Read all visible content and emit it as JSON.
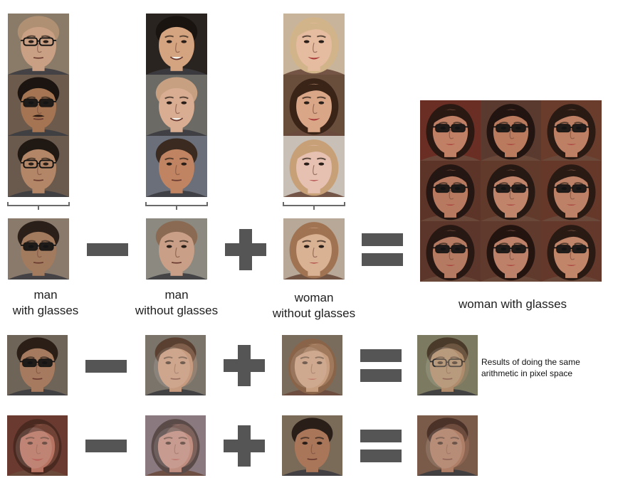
{
  "labels": {
    "col1": [
      "man",
      "with glasses"
    ],
    "col2": [
      "man",
      "without glasses"
    ],
    "col3": [
      "woman",
      "without glasses"
    ],
    "result": "woman with glasses"
  },
  "pixel_space_note": [
    "Results of doing the same",
    "arithmetic in pixel space"
  ],
  "colors": {
    "operator": "#555555",
    "bracket": "#6a6a6a",
    "background": "#ffffff"
  },
  "faces": {
    "col1_inputs": [
      {
        "skin": "#c9a084",
        "hair": "#b09072",
        "bg": "#8a7a68",
        "glasses": "clear",
        "sex": "m"
      },
      {
        "skin": "#a57452",
        "hair": "#1c1410",
        "bg": "#6c5a4c",
        "glasses": "dark",
        "sex": "m",
        "mustache": true
      },
      {
        "skin": "#b28666",
        "hair": "#201812",
        "bg": "#6a5a4e",
        "glasses": "clear",
        "sex": "m"
      }
    ],
    "col1_avg": {
      "skin": "#a27a5e",
      "hair": "#2b2019",
      "bg": "#8a7a6c",
      "glasses": "dark",
      "sex": "m"
    },
    "col2_inputs": [
      {
        "skin": "#d4a37f",
        "hair": "#1a1410",
        "bg": "#2a2420",
        "glasses": "none",
        "sex": "m",
        "smile": true
      },
      {
        "skin": "#d8ad92",
        "hair": "#c7a081",
        "bg": "#6b6a64",
        "glasses": "none",
        "sex": "m",
        "smile": true
      },
      {
        "skin": "#c08462",
        "hair": "#3a2a20",
        "bg": "#6b6f7a",
        "glasses": "none",
        "sex": "m"
      }
    ],
    "col2_avg": {
      "skin": "#c9a087",
      "hair": "#8a6a52",
      "bg": "#8c8a80",
      "glasses": "none",
      "sex": "m"
    },
    "col3_inputs": [
      {
        "skin": "#e5bca0",
        "hair": "#d2b48a",
        "bg": "#c8b49a",
        "glasses": "none",
        "sex": "f",
        "smile": true
      },
      {
        "skin": "#d9a687",
        "hair": "#3a2418",
        "bg": "#6a4e3c",
        "glasses": "none",
        "sex": "f",
        "smile": true
      },
      {
        "skin": "#e6c1b2",
        "hair": "#c8a078",
        "bg": "#c8bfb6",
        "glasses": "none",
        "sex": "f"
      }
    ],
    "col3_avg": {
      "skin": "#d9b193",
      "hair": "#a07452",
      "bg": "#b8a898",
      "glasses": "none",
      "sex": "f"
    },
    "result_grid": [
      {
        "skin": "#c08066",
        "hair": "#2a1812",
        "bg": "#6a2e24",
        "glasses": "dark",
        "sex": "f"
      },
      {
        "skin": "#b97a5e",
        "hair": "#221410",
        "bg": "#5a3a2e",
        "glasses": "dark",
        "sex": "f"
      },
      {
        "skin": "#be8064",
        "hair": "#2a1a14",
        "bg": "#6a3c2c",
        "glasses": "dark",
        "sex": "f"
      },
      {
        "skin": "#b77a60",
        "hair": "#241612",
        "bg": "#5c3428",
        "glasses": "dark",
        "sex": "f"
      },
      {
        "skin": "#c0846a",
        "hair": "#261812",
        "bg": "#623a2c",
        "glasses": "dark",
        "sex": "f"
      },
      {
        "skin": "#bc8166",
        "hair": "#2a1a14",
        "bg": "#66382a",
        "glasses": "dark",
        "sex": "f"
      },
      {
        "skin": "#b57a62",
        "hair": "#281814",
        "bg": "#5c362a",
        "glasses": "dark",
        "sex": "f"
      },
      {
        "skin": "#bd8068",
        "hair": "#241410",
        "bg": "#603a2c",
        "glasses": "dark",
        "sex": "f"
      },
      {
        "skin": "#c1856a",
        "hair": "#2a1a14",
        "bg": "#64382a",
        "glasses": "dark",
        "sex": "f"
      }
    ],
    "row2": [
      {
        "skin": "#a67a5e",
        "hair": "#2a1e16",
        "bg": "#6e6458",
        "glasses": "dark",
        "sex": "m"
      },
      {
        "skin": "#c69a7e",
        "hair": "#5a4030",
        "bg": "#7a746a",
        "glasses": "none",
        "sex": "m",
        "blur": true
      },
      {
        "skin": "#c89e80",
        "hair": "#8a6448",
        "bg": "#7a6c5c",
        "glasses": "none",
        "sex": "f",
        "blur": true
      },
      {
        "skin": "#b08c6c",
        "hair": "#4a3a2a",
        "bg": "#7c7a60",
        "glasses": "clear",
        "sex": "m",
        "blur": true
      }
    ],
    "row3": [
      {
        "skin": "#b77462",
        "hair": "#4a2a20",
        "bg": "#6a3a30",
        "glasses": "none",
        "sex": "f",
        "smile": true,
        "blur": true
      },
      {
        "skin": "#c08e80",
        "hair": "#5a4a48",
        "bg": "#8a7a80",
        "glasses": "none",
        "sex": "f",
        "blur": true
      },
      {
        "skin": "#a9765a",
        "hair": "#2a1e18",
        "bg": "#7a6a58",
        "glasses": "none",
        "sex": "m"
      },
      {
        "skin": "#ae7e66",
        "hair": "#4a3228",
        "bg": "#7a5a48",
        "glasses": "none",
        "sex": "m",
        "blur": true
      }
    ]
  }
}
